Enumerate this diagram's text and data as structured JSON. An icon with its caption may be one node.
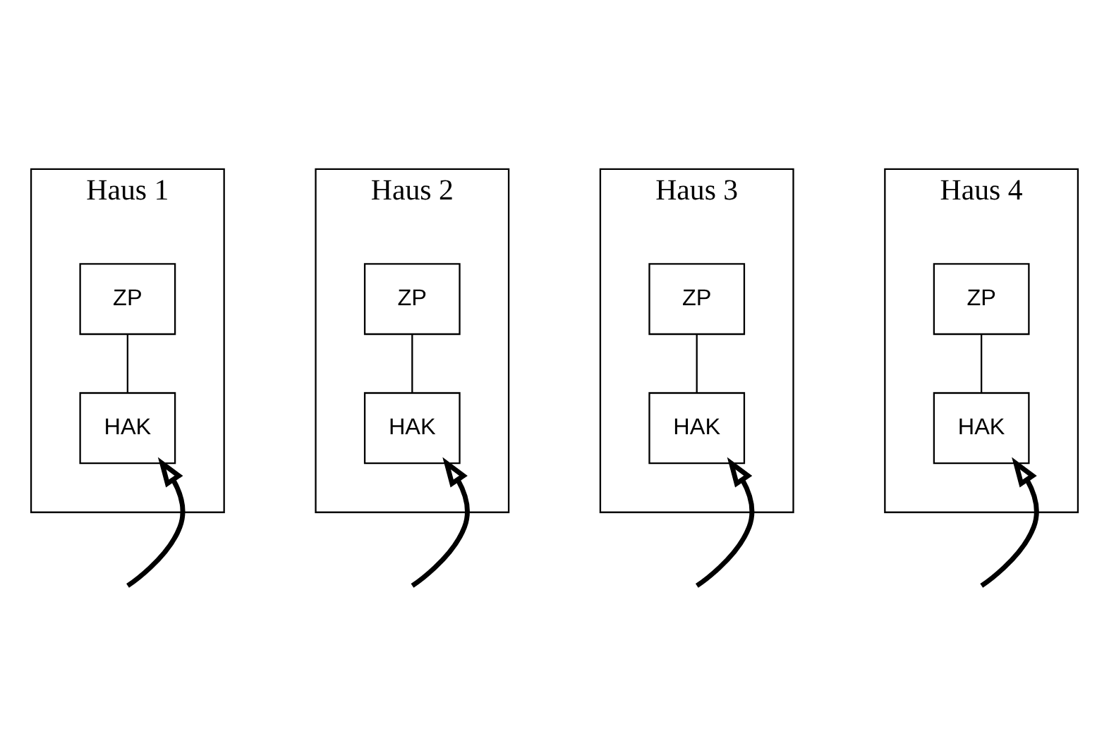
{
  "diagram": {
    "nodes": [
      {
        "text": [
          "Haus 1"
        ]
      },
      {
        "text": [
          "ZP"
        ],
        "in": 0
      },
      {
        "text": [
          "HAK"
        ],
        "in": 0
      },
      {
        "text": [
          "Haus 2"
        ]
      },
      {
        "text": [
          "ZP"
        ],
        "in": 3
      },
      {
        "text": [
          "HAK"
        ],
        "in": 3
      },
      {
        "text": [
          "Haus 3"
        ]
      },
      {
        "text": [
          "ZP"
        ],
        "in": 6
      },
      {
        "text": [
          "HAK"
        ],
        "in": 6
      },
      {
        "text": [
          "Haus 4"
        ]
      },
      {
        "text": [
          "ZP"
        ],
        "in": 9
      },
      {
        "text": [
          "HAK"
        ],
        "in": 9
      }
    ],
    "edges": [
      {
        "from": 1,
        "to": 2,
        "arrow": "none"
      },
      {
        "from": null,
        "to": 2,
        "arrow": "to",
        "style": "thick"
      },
      {
        "from": 4,
        "to": 5,
        "arrow": "none"
      },
      {
        "from": null,
        "to": 5,
        "arrow": "to",
        "style": "thick"
      },
      {
        "from": 7,
        "to": 8,
        "arrow": "none"
      },
      {
        "from": null,
        "to": 8,
        "arrow": "to",
        "style": "thick"
      },
      {
        "from": 10,
        "to": 11,
        "arrow": "none"
      },
      {
        "from": null,
        "to": 11,
        "arrow": "to",
        "style": "thick"
      }
    ]
  }
}
